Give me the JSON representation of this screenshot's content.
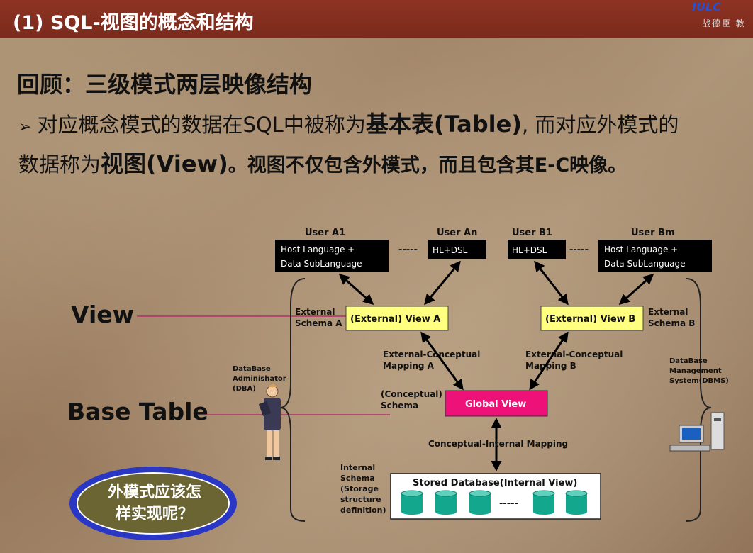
{
  "slide": {
    "title": "(1) SQL-视图的概念和结构",
    "logo_text": "IULC",
    "logo_sub": "战德臣 教"
  },
  "heading": "回顾：三级模式两层映像结构",
  "paragraph": {
    "bullet": "➢",
    "l1_a": "对应概念模式的数据在SQL中被称为",
    "l1_b": "基本表(Table)",
    "l1_c": ", 而对应外模式的",
    "l2_a": "数据称为",
    "l2_b": "视图(View)",
    "l2_c": "。视图不仅包含外模式，而且包含其E-C映像。"
  },
  "labels": {
    "view": "View",
    "base_table": "Base Table"
  },
  "question": {
    "line1": "外模式应该怎",
    "line2": "样实现呢？"
  },
  "diagram": {
    "user_a1": "User A1",
    "user_an": "User An",
    "user_b1": "User B1",
    "user_bm": "User Bm",
    "host_lang_1": "Host Language +",
    "data_sub_1": "Data SubLanguage",
    "hl_dsl_a": "HL+DSL",
    "hl_dsl_b": "HL+DSL",
    "host_lang_2": "Host Language +",
    "data_sub_2": "Data SubLanguage",
    "dashes_1": "-----",
    "dashes_2": "-----",
    "ext_schema_a_1": "External",
    "ext_schema_a_2": "Schema  A",
    "ext_schema_b_1": "External",
    "ext_schema_b_2": "Schema  B",
    "ext_view_a": "(External) View  A",
    "ext_view_b": "(External) View  B",
    "ec_map_a_1": "External-Conceptual",
    "ec_map_a_2": "Mapping A",
    "ec_map_b_1": "External-Conceptual",
    "ec_map_b_2": "Mapping B",
    "dba_1": "DataBase",
    "dba_2": "Adminishator",
    "dba_3": "(DBA)",
    "dbms_1": "DataBase",
    "dbms_2": "Management",
    "dbms_3": "System(DBMS)",
    "conc_schema_1": "(Conceptual)",
    "conc_schema_2": "Schema",
    "global_view": "Global View",
    "ci_mapping": "Conceptual-Internal Mapping",
    "int_schema_1": "Internal",
    "int_schema_2": "Schema",
    "int_schema_3": "(Storage",
    "int_schema_4": "structure",
    "int_schema_5": "definition)",
    "stored_db": "Stored Database(Internal View)",
    "stored_dashes": "-----"
  },
  "colors": {
    "title_bar": "#8e3323",
    "view_box": "#ffff80",
    "global_view": "#ee1177",
    "cylinder": "#13a88e",
    "ellipse_border": "#2a36c4",
    "ellipse_fill": "#6b6534",
    "leader_line": "#b0306a"
  }
}
